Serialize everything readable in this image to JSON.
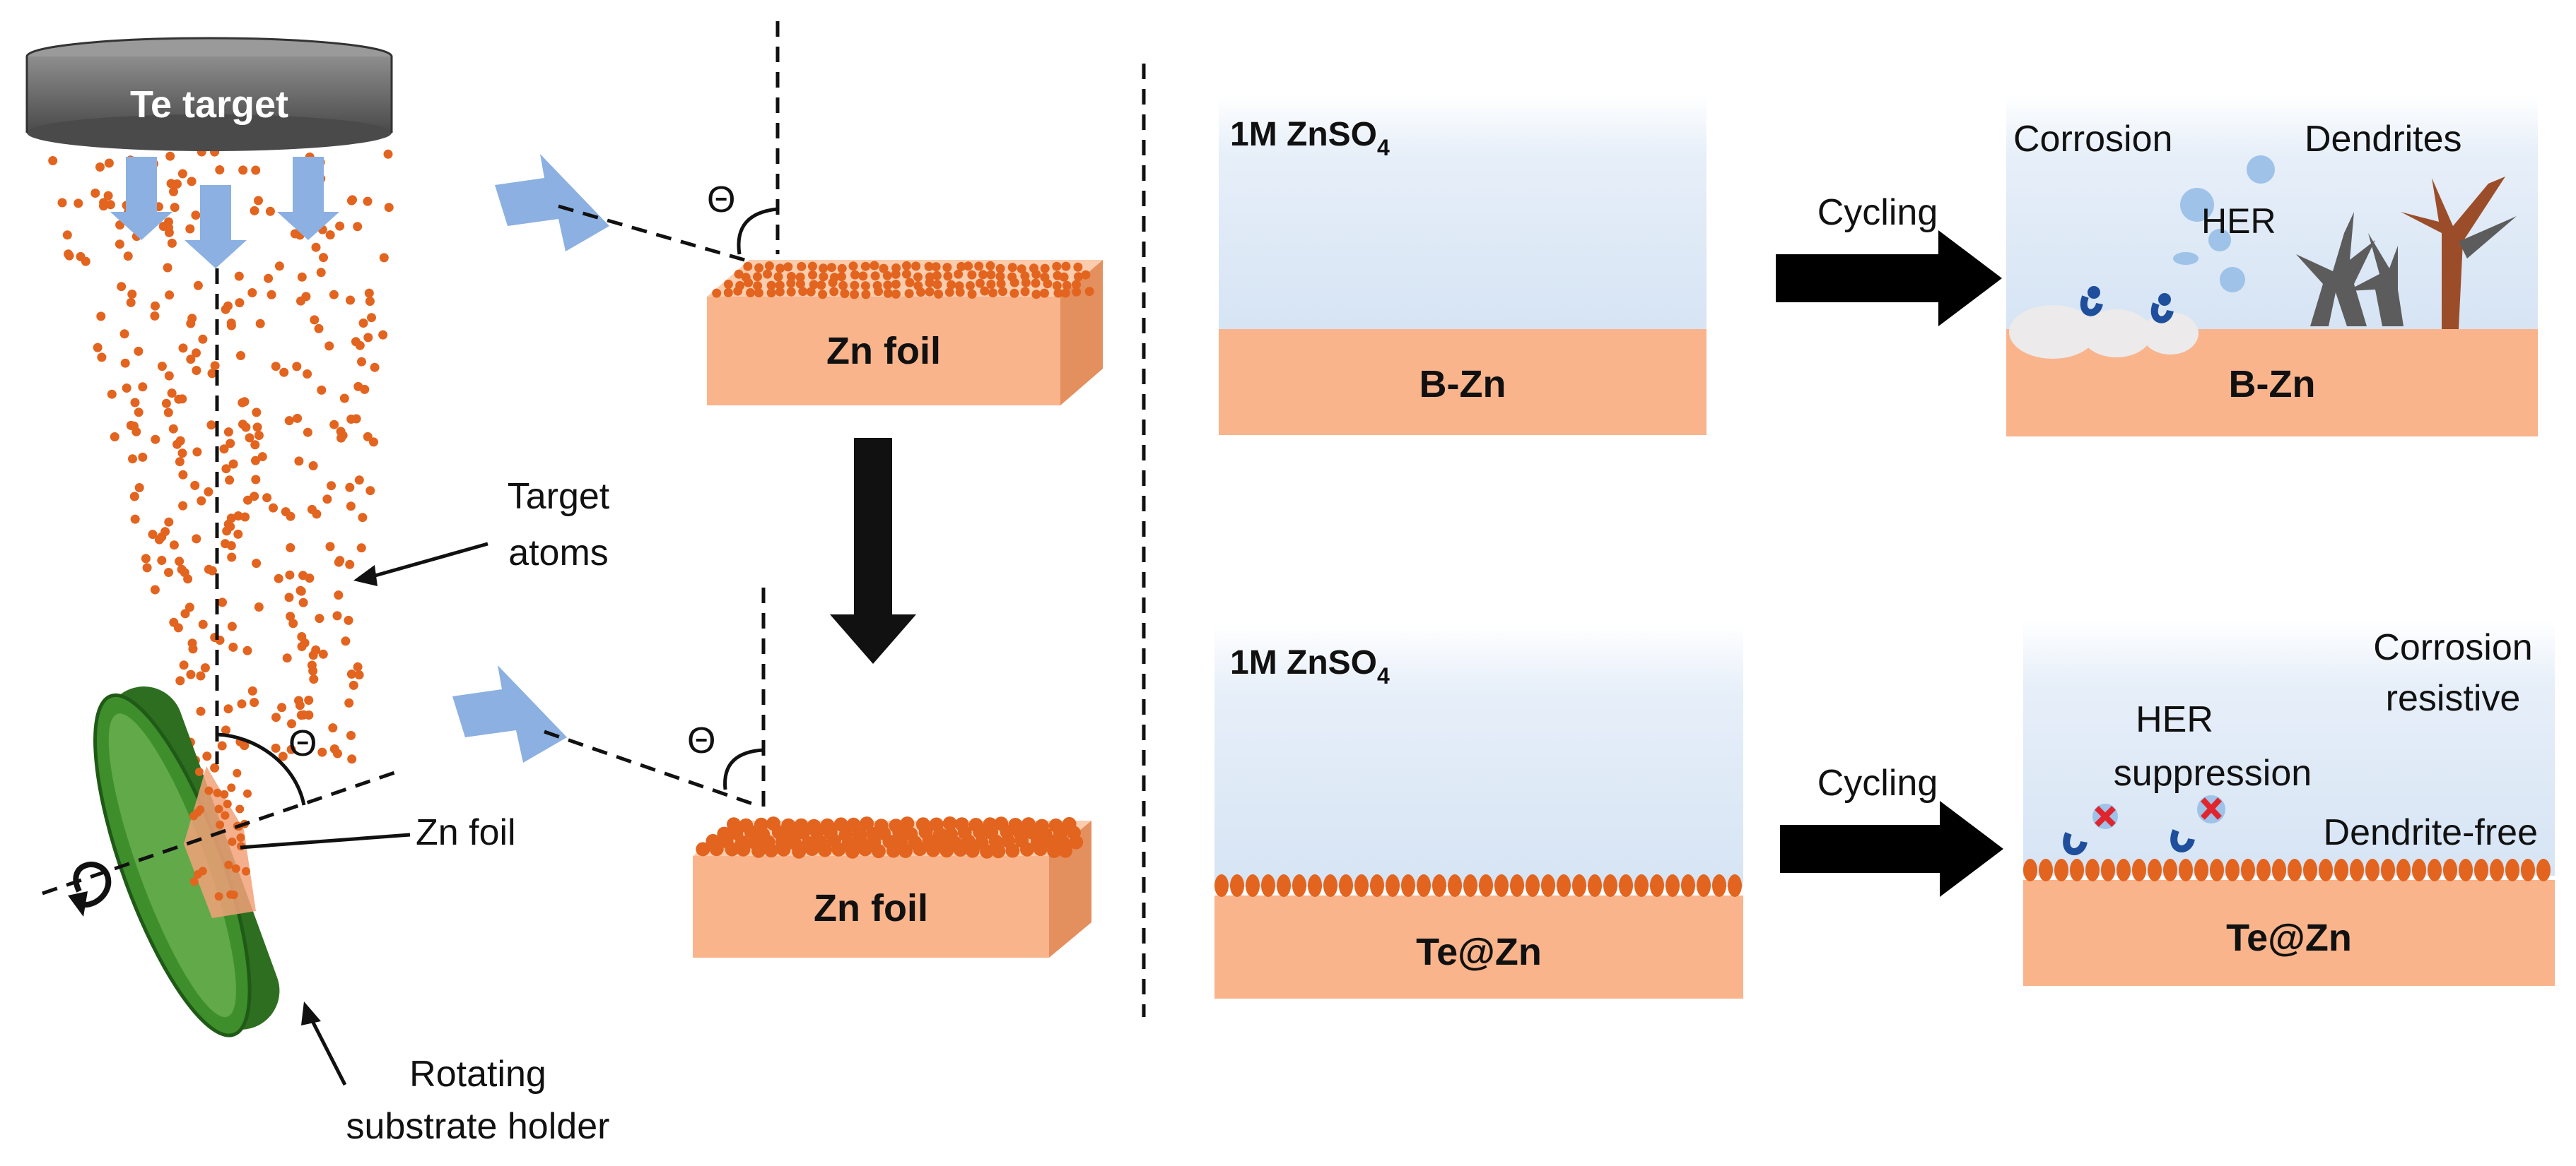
{
  "colors": {
    "zinc": "#F9B48C",
    "zinc_side": "#E48F5E",
    "zinc_top": "#FBCCAD",
    "te_atom": "#E2641F",
    "electrolyte_top": "#FFFFFF",
    "electrolyte_bottom": "#D6E4F4",
    "flux_arrow": "#8BB0E1",
    "holder_green": "#3E8F2C",
    "holder_dark": "#1F5A16",
    "target_dark": "#555555",
    "target_light": "#9A9A9A",
    "bubble": "#9EC2E8",
    "dendrite_gray": "#5C5C5C",
    "dendrite_brown": "#9B4D2A",
    "water_blue": "#1E4E9C",
    "suppress_red": "#E0252E"
  },
  "left_panel": {
    "target_label": "Te target",
    "theta_symbol": "Θ",
    "target_atoms_line1": "Target",
    "target_atoms_line2": "atoms",
    "zn_foil_pointer": "Zn foil",
    "holder_line1": "Rotating",
    "holder_line2": "substrate holder",
    "foil_top_label": "Zn foil",
    "foil_bottom_label": "Zn foil"
  },
  "right_panel": {
    "electrolyte_label": "1M ZnSO",
    "electrolyte_subscript": "4",
    "cycling_label": "Cycling",
    "top_row": {
      "substrate_label": "B-Zn",
      "result_substrate_label": "B-Zn",
      "corrosion": "Corrosion",
      "dendrites": "Dendrites",
      "her": "HER"
    },
    "bottom_row": {
      "substrate_label": "Te@Zn",
      "result_substrate_label": "Te@Zn",
      "corrosion_line1": "Corrosion",
      "corrosion_line2": "resistive",
      "her_line1": "HER",
      "her_line2": "suppression",
      "dendrite_free": "Dendrite-free"
    }
  }
}
